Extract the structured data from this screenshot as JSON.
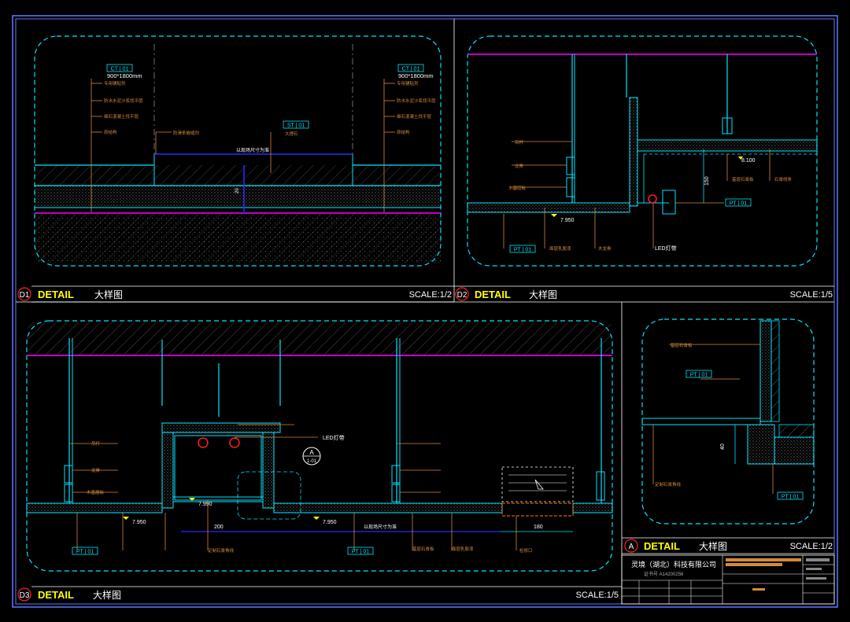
{
  "colors": {
    "background": "#000000",
    "frame": "#5a7cff",
    "cyan": "#00e5ff",
    "yellow": "#ffff00",
    "magenta": "#ff00ff",
    "blue": "#2a2aff",
    "white": "#ffffff",
    "leader": "#d28a3c",
    "hatch": "#777777",
    "red": "#ff2020"
  },
  "panels": {
    "d1": {
      "tag": "D1",
      "title": "DETAIL",
      "subtitle": "大样图",
      "scale": "SCALE:1/2",
      "code_left": "CT | 01",
      "size_left": "900*1800mm",
      "code_right": "CT | 01",
      "size_right": "900*1800mm",
      "code_mid": "ST | 01",
      "note_mid": "以现场尺寸为准",
      "left_notes": [
        "专用铺贴剂",
        "防水水泥沙浆找平层",
        "细石混凝土找平层",
        "原结构"
      ],
      "right_notes": [
        "专用铺贴剂",
        "防水水泥沙浆找平层",
        "细石混凝土找平层",
        "原结构"
      ],
      "top_note": "防滑条嵌缝剂",
      "mid_small": "大理石",
      "dim": "20"
    },
    "d2": {
      "tag": "D2",
      "title": "DETAIL",
      "subtitle": "大样图",
      "scale": "SCALE:1/5",
      "level_1": "8.100",
      "level_2": "7.950",
      "dim": "150",
      "code_right": "PT | 01",
      "code_left": "PT | 01",
      "led": "LED灯带",
      "notes": [
        "吊杆",
        "龙骨",
        "木基层板",
        "基层石膏板",
        "石膏线条",
        "面层乳胶漆",
        "木龙骨"
      ]
    },
    "d3": {
      "tag": "D3",
      "title": "DETAIL",
      "subtitle": "大样图",
      "scale": "SCALE:1/5",
      "level_1": "7.990",
      "level_2": "7.950",
      "level_3": "7.950",
      "dim_1": "200",
      "dim_2": "180",
      "note_mid": "以现场尺寸为准",
      "led": "LED灯带",
      "callout_top": "A",
      "callout_bottom": "1-01",
      "code_a": "PT | 01",
      "code_b": "PT | 01",
      "notes": [
        "吊杆",
        "龙骨",
        "木基层板",
        "基层石膏板",
        "面层乳胶漆",
        "定制石膏角线",
        "检修口"
      ]
    },
    "a": {
      "tag": "A",
      "title": "DETAIL",
      "subtitle": "大样图",
      "scale": "SCALE:1/2",
      "code_1": "PT | 01",
      "code_2": "PT | 01",
      "dim": "40",
      "notes": [
        "基层石膏板",
        "定制石膏角线"
      ]
    }
  },
  "title_block": {
    "company": "灵境（湖北）科技有限公司",
    "sub": "证书号 A14200256"
  }
}
